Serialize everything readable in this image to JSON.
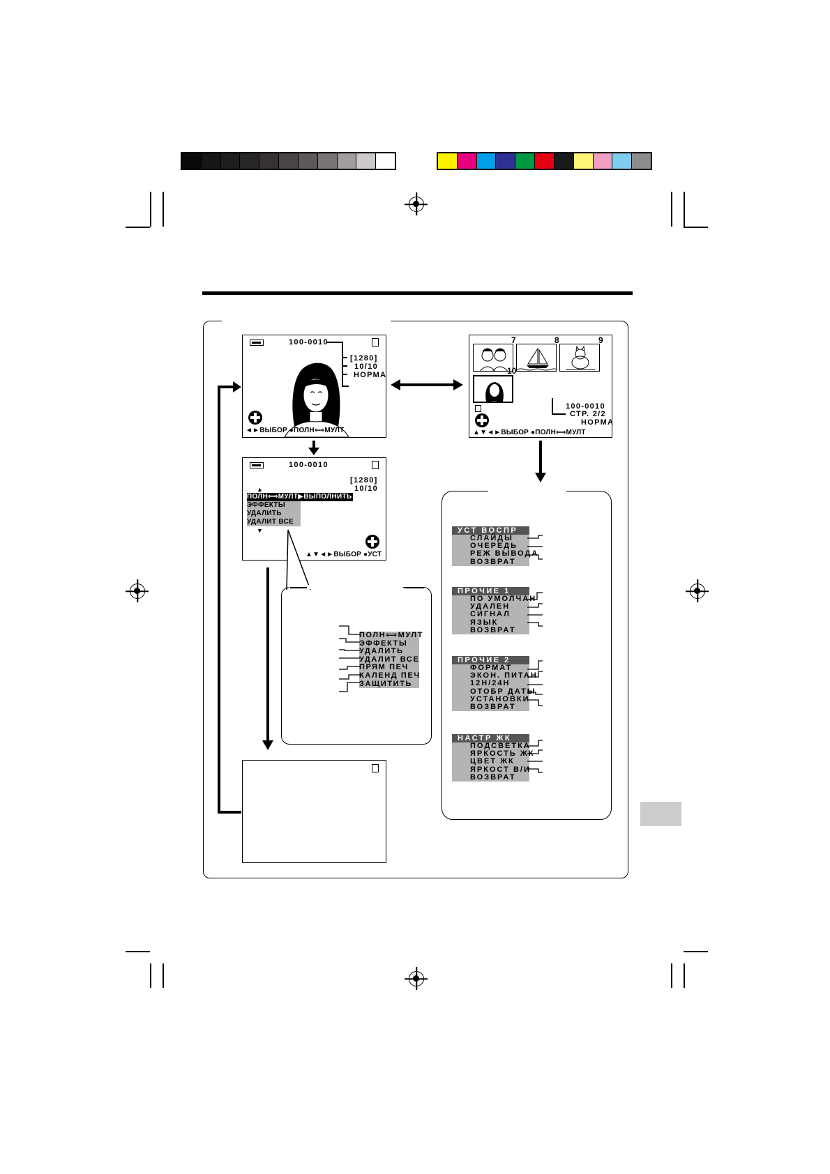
{
  "colors": {
    "grayscale_bar": [
      "#0a0a0a",
      "#161616",
      "#1e1e1e",
      "#262626",
      "#363232",
      "#4a4444",
      "#5e5858",
      "#7a7474",
      "#a29c9c",
      "#cfcaca",
      "#ffffff"
    ],
    "color_bar": [
      "#fff200",
      "#e6007e",
      "#00a0e9",
      "#2e3192",
      "#009944",
      "#e60012",
      "#1a1a1a",
      "#fff578",
      "#f19ec2",
      "#7fcdef",
      "#8c8c8c"
    ],
    "menu_header": "#555555",
    "menu_item": "#b4b4b4",
    "side_tab": "#cccccc"
  },
  "screen_full": {
    "file_no": "100-0010",
    "res": "[1280]",
    "count": "10/10",
    "quality": "НОРМА",
    "guide": "◄►ВЫБОР ●ПОЛН⟺МУЛТ"
  },
  "screen_multi": {
    "thumb_labels": [
      "7",
      "8",
      "9",
      "10"
    ],
    "file_no": "100-0010",
    "page": "СТР. 2/2",
    "quality": "НОРМА",
    "guide": "▲▼◄►ВЫБОР ●ПОЛН⟺МУЛТ"
  },
  "screen_menu": {
    "file_no": "100-0010",
    "res": "[1280]",
    "count": "10/10",
    "items": [
      "ПОЛН⟺МУЛТ▶ВЫПОЛНИТЬ",
      "ЭФФЕКТЫ",
      "УДАЛИТЬ",
      "УДАЛИТ ВСЕ"
    ],
    "guide": "▲▼◄►ВЫБОР ●УСТ"
  },
  "callout_list": [
    "ПОЛН⟺МУЛТ",
    "ЭФФЕКТЫ",
    "УДАЛИТЬ",
    "УДАЛИТ ВСЕ",
    "ПРЯМ ПЕЧ",
    "КАЛЕНД ПЕЧ",
    "ЗАЩИТИТЬ"
  ],
  "settings_menus": [
    {
      "title": "УСТ ВОСПР",
      "items": [
        "СЛАЙДЫ",
        "ОЧЕРЕДЬ",
        "РЕЖ ВЫВОДА",
        "ВОЗВРАТ"
      ]
    },
    {
      "title": "ПРОЧИЕ 1",
      "items": [
        "ПО УМОЛЧАН",
        "УДАЛЕН",
        "СИГНАЛ",
        "ЯЗЫК",
        "ВОЗВРАТ"
      ]
    },
    {
      "title": "ПРОЧИЕ 2",
      "items": [
        "ФОРМАТ",
        "ЭКОН. ПИТАН",
        "12H/24H",
        "ОТОБР ДАТЫ",
        "УСТАНОВКИ",
        "ВОЗВРАТ"
      ]
    },
    {
      "title": "НАСТР ЖК",
      "items": [
        "ПОДСВЕТКА",
        "ЯРКОСТЬ ЖК",
        "ЦВЕТ ЖК",
        "ЯРКОСТ В/И",
        "ВОЗВРАТ"
      ]
    }
  ]
}
